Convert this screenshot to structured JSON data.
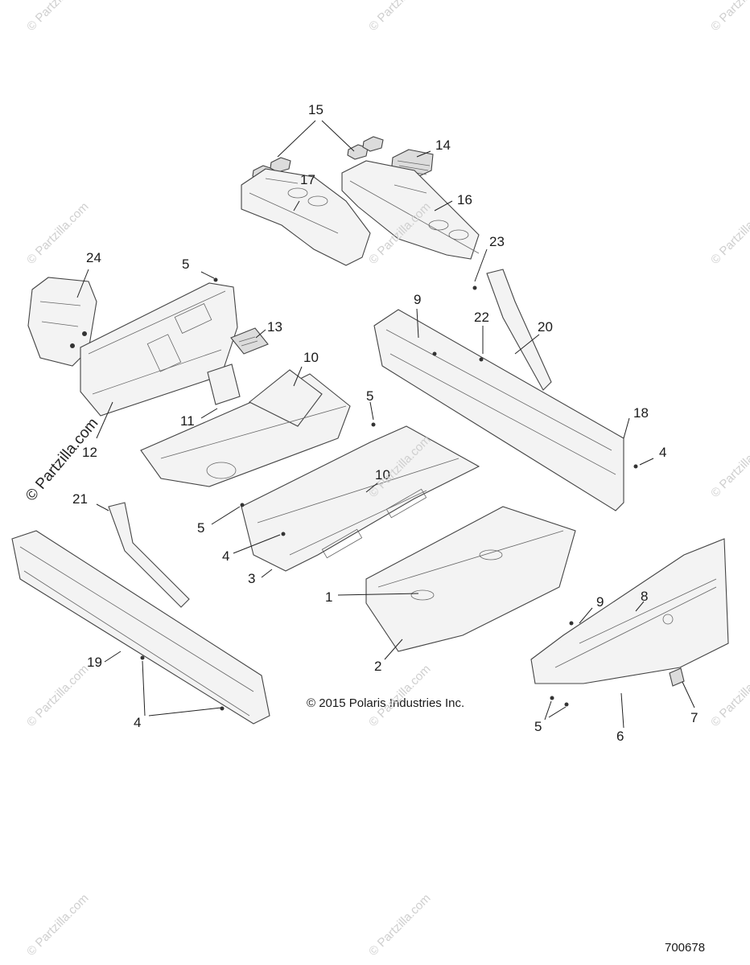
{
  "callouts": [
    "15",
    "14",
    "17",
    "16",
    "23",
    "24",
    "5",
    "13",
    "9",
    "22",
    "20",
    "10",
    "11",
    "12",
    "5",
    "18",
    "4",
    "10",
    "21",
    "5",
    "4",
    "3",
    "1",
    "9",
    "8",
    "2",
    "19",
    "4",
    "5",
    "7",
    "6"
  ],
  "copyright": "© 2015 Polaris Industries Inc.",
  "diagram_id": "700678",
  "watermark": "© Partzilla.com",
  "colors": {
    "line": "#444444",
    "fill": "#f3f3f3",
    "watermark": "#cfcfcf"
  }
}
